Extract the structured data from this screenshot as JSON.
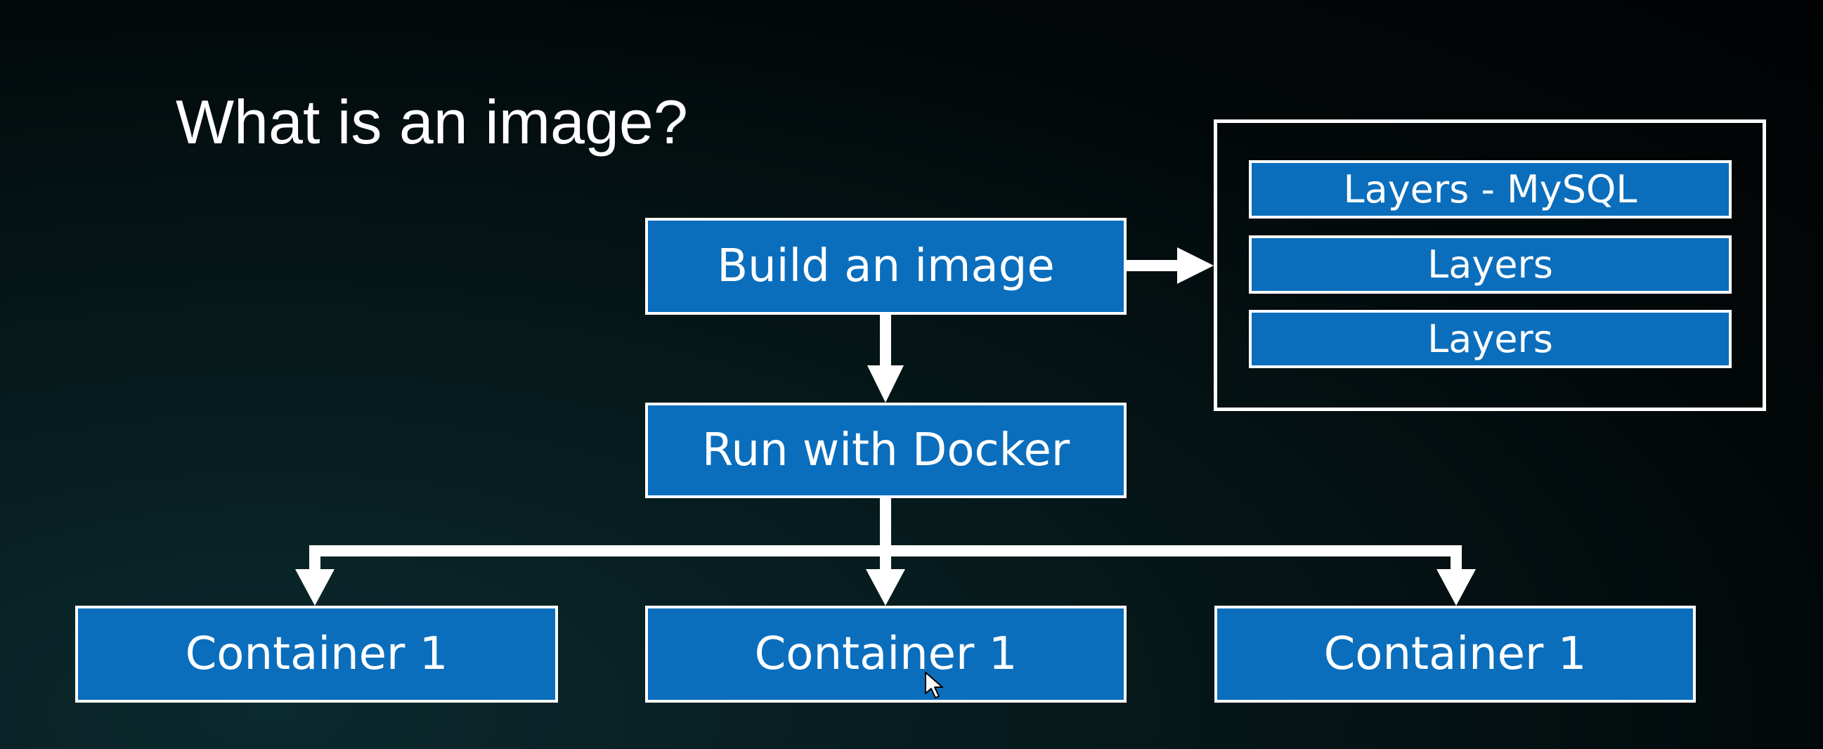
{
  "slide": {
    "title": "What is an image?",
    "build_label": "Build an image",
    "run_label": "Run with Docker",
    "layers": [
      "Layers - MySQL",
      "Layers",
      "Layers"
    ],
    "containers": [
      "Container 1",
      "Container 1",
      "Container 1"
    ]
  },
  "colors": {
    "box_fill": "#0a6ebd",
    "box_border": "#ffffff",
    "arrow": "#ffffff",
    "text": "#ffffff"
  },
  "icons": {
    "pointer": "mouse-pointer-icon"
  }
}
